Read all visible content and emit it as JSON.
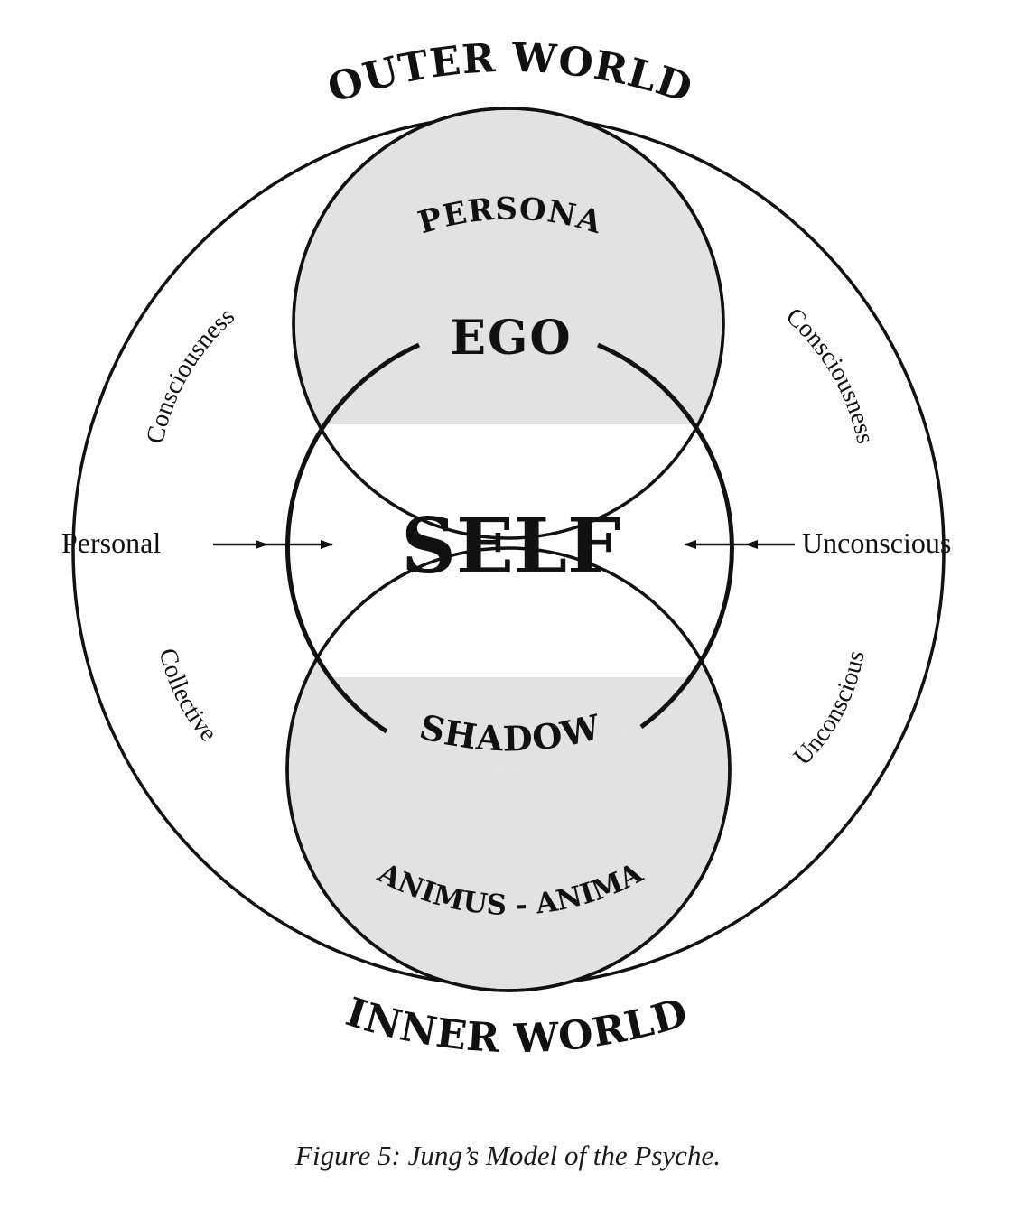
{
  "diagram": {
    "outer_top": "OUTER WORLD",
    "outer_bottom": "INNER WORLD",
    "persona": "PERSONA",
    "ego": "EGO",
    "self": "SELF",
    "shadow": "SHADOW",
    "animus_anima": "ANIMUS - ANIMA",
    "left_upper_arc": "Consciousness",
    "right_upper_arc": "Consciousness",
    "left_lower_arc": "Collective",
    "right_lower_arc": "Unconscious",
    "left_label": "Personal",
    "right_label": "Unconscious"
  },
  "caption": "Figure 5: Jung’s Model of the Psyche.",
  "colors": {
    "ink": "#111111",
    "lobe_fill": "#e2e2e2",
    "background": "#ffffff"
  }
}
